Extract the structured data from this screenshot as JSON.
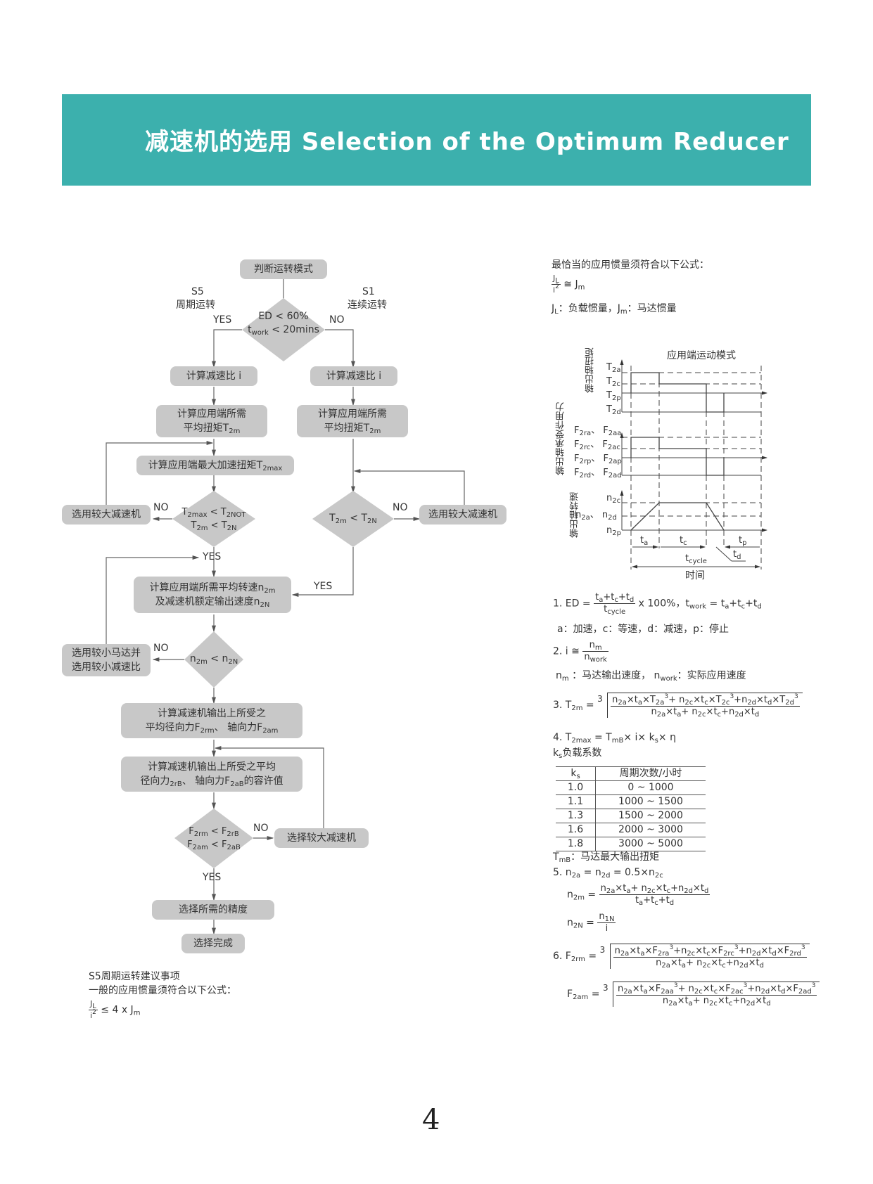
{
  "header": {
    "title": "减速机的选用 Selection  of  the  Optimum  Reducer",
    "bg_color": "#3cb0ad"
  },
  "flowchart": {
    "start": "判断运转模式",
    "decision1": {
      "line1": "ED < 60%",
      "line2_base": "t",
      "line2_sub": "work",
      "line2_rest": " < 20mins"
    },
    "left_mode": {
      "code": "S5",
      "name": "周期运转",
      "answer": "YES"
    },
    "right_mode": {
      "code": "S1",
      "name": "连续运转",
      "answer": "NO"
    },
    "calc_ratio": "计算减速比 i",
    "calc_avg_torque_l1": "计算应用端所需",
    "calc_avg_torque_l2": "平均扭矩T",
    "calc_avg_torque_sub": "2m",
    "calc_max_torque": "计算应用端最大加速扭矩T",
    "calc_max_torque_sub": "2max",
    "decision2": {
      "a": "T",
      "a_sub": "2max",
      "b": " < T",
      "b_sub": "2NOT",
      "c": "T",
      "c_sub": "2m",
      "d": " < T",
      "d_sub": "2N"
    },
    "decision_right": {
      "a": "T",
      "a_sub": "2m",
      "b": " < T",
      "b_sub": "2N"
    },
    "larger_reducer": "选用较大减速机",
    "no_label": "NO",
    "yes_label": "YES",
    "calc_speed_l1": "计算应用端所需平均转速n",
    "calc_speed_l1_sub": "2m",
    "calc_speed_l2": "及减速机额定输出速度n",
    "calc_speed_l2_sub": "2N",
    "decision3": {
      "a": "n",
      "a_sub": "2m",
      "b": " < n",
      "b_sub": "2N"
    },
    "smaller_motor_l1": "选用较小马达并",
    "smaller_motor_l2": "选用较小减速比",
    "calc_force_l1": "计算减速机输出上所受之",
    "calc_force_l2a": "平均径向力F",
    "calc_force_l2a_sub": "2rm",
    "calc_force_l2b": "、 轴向力F",
    "calc_force_l2b_sub": "2am",
    "calc_allow_l1": "计算减速机输出上所受之平均",
    "calc_allow_l2a": "径向力",
    "calc_allow_l2a_sub": "2rB",
    "calc_allow_l2b": "、 轴向力F",
    "calc_allow_l2b_sub": "2aB",
    "calc_allow_l2c": "的容许值",
    "decision4": {
      "a": "F",
      "a_sub": "2rm",
      "b": " < F",
      "b_sub": "2rB",
      "c": "F",
      "c_sub": "2am",
      "d": " < F",
      "d_sub": "2aB"
    },
    "choose_larger": "选择较大减速机",
    "precision": "选择所需的精度",
    "done": "选择完成"
  },
  "s5_note": {
    "title": "S5周期运转建议事项",
    "line2": "一般的应用惯量须符合以下公式：",
    "formula": "≤ 4 x J"
  },
  "right": {
    "inertia_title": "最恰当的应用惯量须符合以下公式：",
    "inertia_approx": "≅ J",
    "inertia_legend": "：负载惯量，J",
    "inertia_legend2": "：马达惯量",
    "chart": {
      "title": "应用端运动模式",
      "ylabel_torque": "输出轴扭矩",
      "ylabel_force": "输出轴承受作用力",
      "ylabel_speed": "输出轴转速",
      "xlabel": "时间",
      "torque_levels": [
        "T2a",
        "T2c",
        "T2p",
        "T2d"
      ],
      "force_levels_r": [
        "F2ra、",
        "F2rc、",
        "F2rp、",
        "F2rd、"
      ],
      "force_levels_a": [
        "F2aa",
        "F2ac",
        "F2ap",
        "F2ad"
      ],
      "speed_levels": [
        "n2c",
        "n2d",
        "n2p"
      ],
      "speed_extra": "n2a、",
      "phases": [
        "ta",
        "tc",
        "td",
        "tp"
      ],
      "cycle": "tcycle"
    },
    "f1_prefix": "1. ED =",
    "f1_suffix": " x 100%，t",
    "f1_work": "work",
    "f1_rest": " = t",
    "f1_legend": "a：加速，c：等速，d：减速，p：停止",
    "f2_prefix": "2. i ≅",
    "f2_legend_a": "：马达输出速度，  n",
    "f2_legend_b": "：实际应用速度",
    "f3_prefix": "3. T",
    "f4": "4. T",
    "ks_title": "负载系数",
    "ks_table": {
      "headers": [
        "k",
        "周期次数/小时"
      ],
      "rows": [
        [
          "1.0",
          "0 ~ 1000"
        ],
        [
          "1.1",
          "1000 ~ 1500"
        ],
        [
          "1.3",
          "1500 ~ 2000"
        ],
        [
          "1.6",
          "2000 ~ 3000"
        ],
        [
          "1.8",
          "3000 ~ 5000"
        ]
      ]
    },
    "tmb_legend": "：马达最大输出扭矩",
    "f5": "5. n",
    "f6_prefix": "6."
  },
  "page_number": "4"
}
